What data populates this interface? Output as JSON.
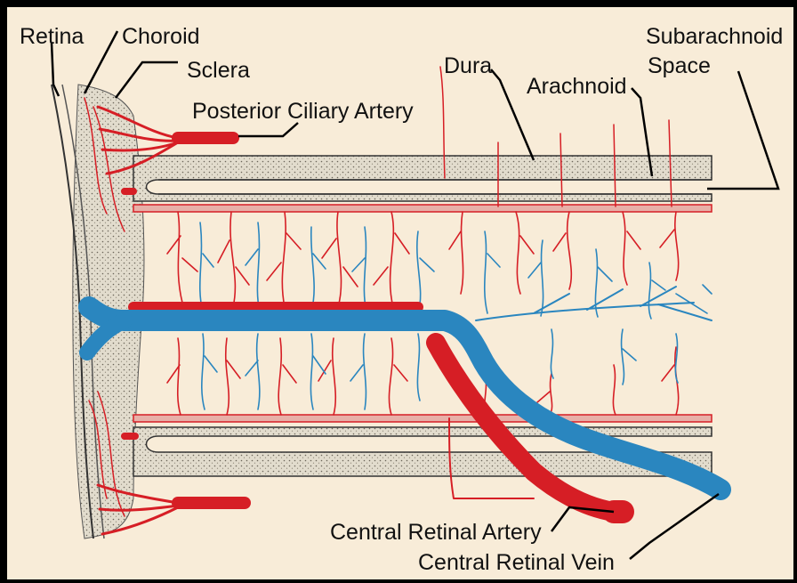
{
  "labels": {
    "retina": "Retina",
    "choroid": "Choroid",
    "sclera": "Sclera",
    "posterior_ciliary_artery": "Posterior Ciliary Artery",
    "dura": "Dura",
    "arachnoid": "Arachnoid",
    "subarachnoid_line1": "Subarachnoid",
    "subarachnoid_line2": "Space",
    "central_retinal_artery": "Central Retinal Artery",
    "central_retinal_vein": "Central Retinal Vein"
  },
  "colors": {
    "background": "#f8ecd8",
    "artery": "#d61e25",
    "vein": "#2a86bf",
    "sheath": "#d9d2c2"
  }
}
